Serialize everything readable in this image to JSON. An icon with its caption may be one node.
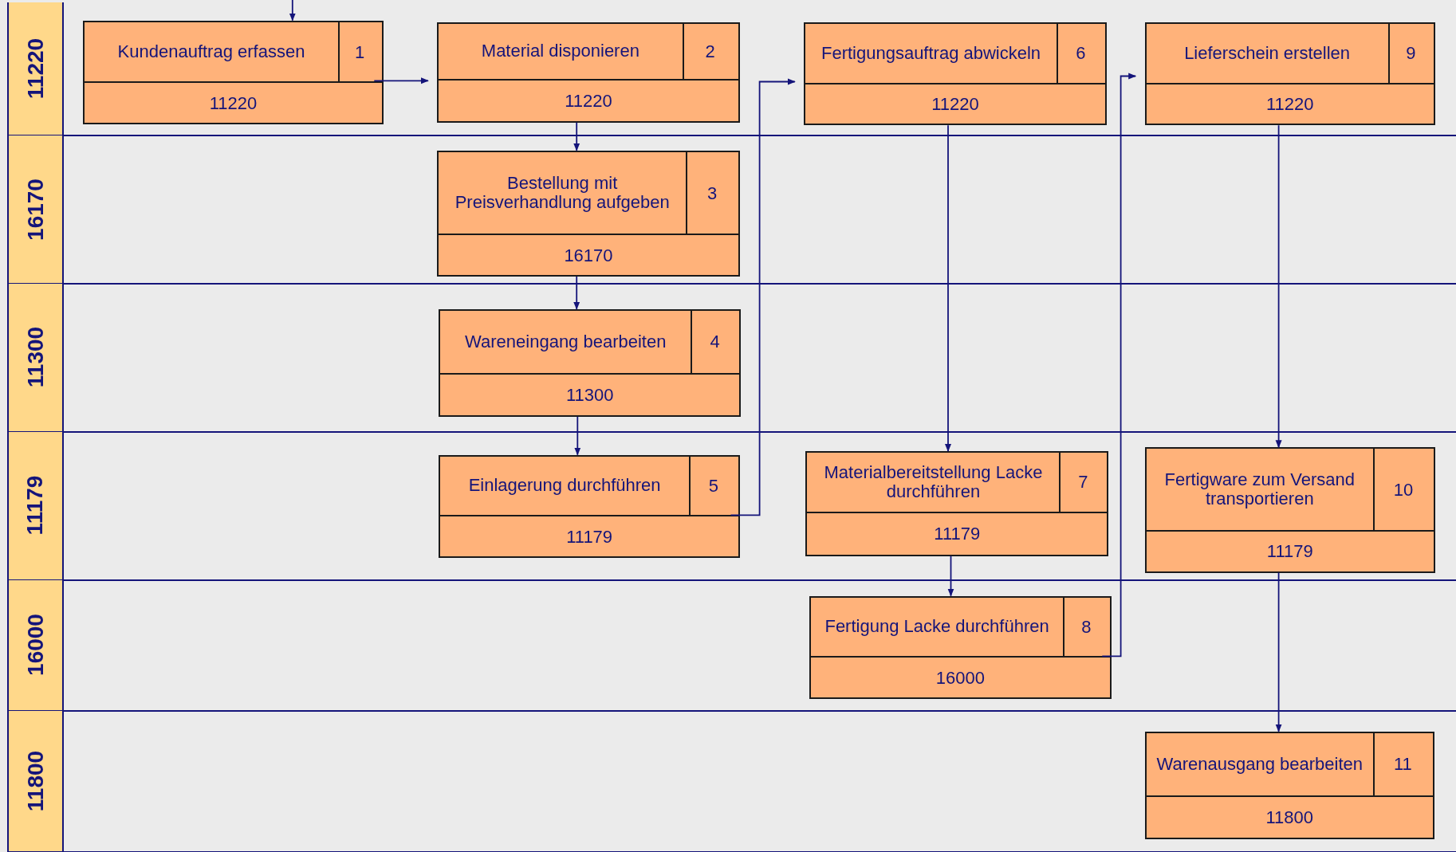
{
  "diagram": {
    "nodes": [
      {
        "text": [
          "11220"
        ]
      },
      {
        "text": [
          "16170"
        ]
      },
      {
        "text": [
          "11300"
        ]
      },
      {
        "text": [
          "11179"
        ]
      },
      {
        "text": [
          "16000"
        ]
      },
      {
        "text": [
          "11800"
        ]
      },
      {
        "text": [
          "Kundenauftrag erfassen",
          "1",
          "11220"
        ],
        "in": 0
      },
      {
        "text": [
          "Material disponieren",
          "2",
          "11220"
        ],
        "in": 0
      },
      {
        "text": [
          "Bestellung mit Preisverhandlung aufgeben",
          "3",
          "16170"
        ],
        "in": 1
      },
      {
        "text": [
          "Wareneingang bearbeiten",
          "4",
          "11300"
        ],
        "in": 2
      },
      {
        "text": [
          "Einlagerung durchführen",
          "5",
          "11179"
        ],
        "in": 3
      },
      {
        "text": [
          "Fertigungsauftrag abwickeln",
          "6",
          "11220"
        ],
        "in": 0
      },
      {
        "text": [
          "Materialbereitstellung Lacke durchführen",
          "7",
          "11179"
        ],
        "in": 3
      },
      {
        "text": [
          "Fertigung Lacke durchführen",
          "8",
          "16000"
        ],
        "in": 4
      },
      {
        "text": [
          "Lieferschein erstellen",
          "9",
          "11220"
        ],
        "in": 0
      },
      {
        "text": [
          "Fertigware zum Versand transportieren",
          "10",
          "11179"
        ],
        "in": 3
      },
      {
        "text": [
          "Warenausgang bearbeiten",
          "11",
          "11800"
        ],
        "in": 5
      }
    ],
    "edges": [
      {
        "from": null,
        "to": 6,
        "arrow": "to"
      },
      {
        "from": 6,
        "to": 7,
        "arrow": "to"
      },
      {
        "from": 7,
        "to": 8,
        "arrow": "to"
      },
      {
        "from": 8,
        "to": 9,
        "arrow": "to"
      },
      {
        "from": 9,
        "to": 10,
        "arrow": "to"
      },
      {
        "from": 10,
        "to": 11,
        "arrow": "to"
      },
      {
        "from": 11,
        "to": 12,
        "arrow": "to"
      },
      {
        "from": 12,
        "to": 13,
        "arrow": "to"
      },
      {
        "from": 13,
        "to": 14,
        "arrow": "to"
      },
      {
        "from": 14,
        "to": 15,
        "arrow": "to"
      },
      {
        "from": 15,
        "to": 16,
        "arrow": "to"
      }
    ]
  }
}
